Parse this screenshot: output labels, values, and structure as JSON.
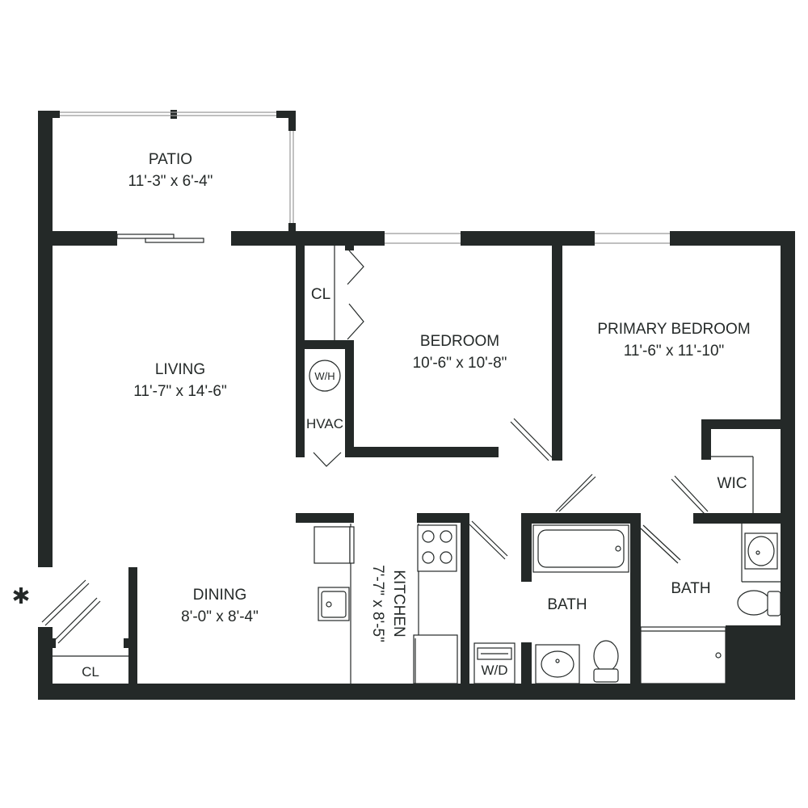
{
  "colors": {
    "wall": "#242928",
    "background": "#ffffff",
    "window": "#9a9a9a"
  },
  "rooms": {
    "patio": {
      "name": "PATIO",
      "dims": "11'-3\" x 6'-4\""
    },
    "living": {
      "name": "LIVING",
      "dims": "11'-7\" x 14'-6\""
    },
    "bedroom": {
      "name": "BEDROOM",
      "dims": "10'-6\" x 10'-8\""
    },
    "primary_bedroom": {
      "name": "PRIMARY BEDROOM",
      "dims": "11'-6\" x 11'-10\""
    },
    "dining": {
      "name": "DINING",
      "dims": "8'-0\" x 8'-4\""
    },
    "kitchen": {
      "name": "KITCHEN",
      "dims": "7'-7\" x 8'-5\""
    },
    "bath_hall": {
      "name": "BATH"
    },
    "bath_primary": {
      "name": "BATH"
    },
    "closet_bedroom": {
      "name": "CL"
    },
    "closet_entry": {
      "name": "CL"
    },
    "hvac": {
      "name": "HVAC"
    },
    "water_heater": {
      "name": "W/H"
    },
    "washer_dryer": {
      "name": "W/D"
    },
    "wic": {
      "name": "WIC"
    }
  },
  "icons": [
    "entry-star-icon",
    "stove-icon",
    "sink-icon",
    "toilet-icon",
    "bathtub-icon",
    "water-heater-icon",
    "washer-dryer-icon"
  ]
}
